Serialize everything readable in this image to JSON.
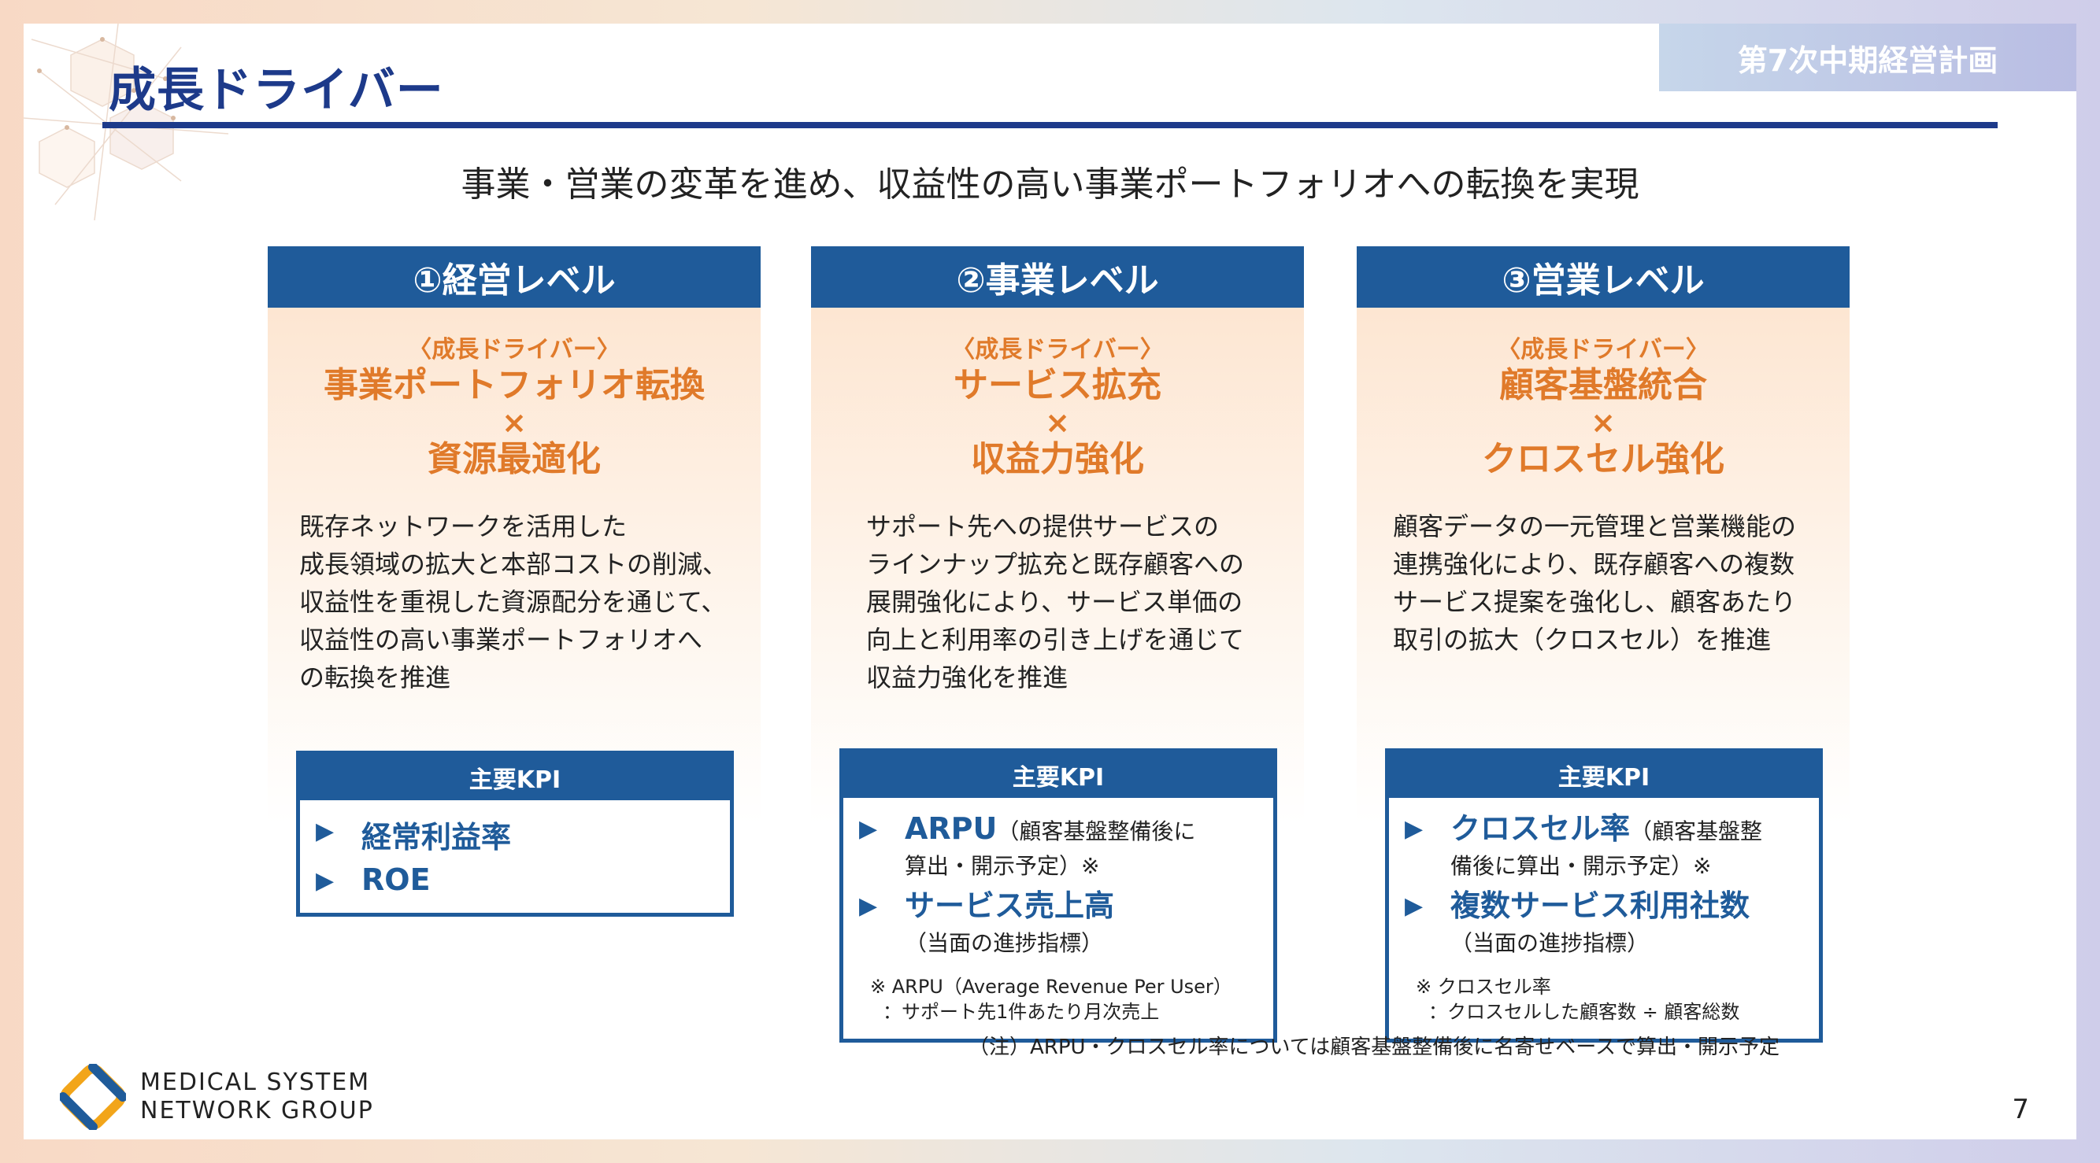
{
  "header": {
    "tag": "第7次中期経営計画",
    "title": "成長ドライバー",
    "subtitle": "事業・営業の変革を進め、収益性の高い事業ポートフォリオへの転換を実現"
  },
  "columns": [
    {
      "head": "①経営レベル",
      "driver_label": "〈成長ドライバー〉",
      "driver_line1": "事業ポートフォリオ転換",
      "cross": "×",
      "driver_line2": "資源最適化",
      "desc": [
        "既存ネットワークを活用した",
        "成長領域の拡大と本部コストの削減、",
        "収益性を重視した資源配分を通じて、",
        "収益性の高い事業ポートフォリオへ",
        "の転換を推進"
      ],
      "kpi_head": "主要KPI",
      "kpi": [
        {
          "name": "経常利益率",
          "sub": ""
        },
        {
          "name": "ROE",
          "sub": ""
        }
      ],
      "kpi_note": []
    },
    {
      "head": "②事業レベル",
      "driver_label": "〈成長ドライバー〉",
      "driver_line1": "サービス拡充",
      "cross": "×",
      "driver_line2": "収益力強化",
      "desc": [
        "サポート先への提供サービスの",
        "ラインナップ拡充と既存顧客への",
        "展開強化により、サービス単価の",
        "向上と利用率の引き上げを通じて",
        "収益力強化を推進"
      ],
      "kpi_head": "主要KPI",
      "kpi": [
        {
          "name": "ARPU",
          "sub_inline": "（顧客基盤整備後に",
          "sub": "算出・開示予定）※"
        },
        {
          "name": "サービス売上高",
          "sub_inline": "",
          "sub": "（当面の進捗指標）"
        }
      ],
      "kpi_note": [
        "※ ARPU（Average Revenue Per User）",
        "：サポート先1件あたり月次売上"
      ]
    },
    {
      "head": "③営業レベル",
      "driver_label": "〈成長ドライバー〉",
      "driver_line1": "顧客基盤統合",
      "cross": "×",
      "driver_line2": "クロスセル強化",
      "desc": [
        "顧客データの一元管理と営業機能の",
        "連携強化により、既存顧客への複数",
        "サービス提案を強化し、顧客あたり",
        "取引の拡大（クロスセル）を推進"
      ],
      "kpi_head": "主要KPI",
      "kpi": [
        {
          "name": "クロスセル率",
          "sub_inline": "（顧客基盤整",
          "sub": "備後に算出・開示予定）※"
        },
        {
          "name": "複数サービス利用社数",
          "sub_inline": "",
          "sub": "（当面の進捗指標）"
        }
      ],
      "kpi_note": [
        "※ クロスセル率",
        "：クロスセルした顧客数 ÷ 顧客総数"
      ]
    }
  ],
  "footnote": "（注）ARPU・クロスセル率については顧客基盤整備後に名寄せベースで算出・開示予定",
  "logo": {
    "line1": "MEDICAL SYSTEM",
    "line2": "NETWORK GROUP"
  },
  "page_number": "7",
  "colors": {
    "navy": "#1d3a8a",
    "blue": "#1f5b9a",
    "orange": "#e07a2a"
  }
}
